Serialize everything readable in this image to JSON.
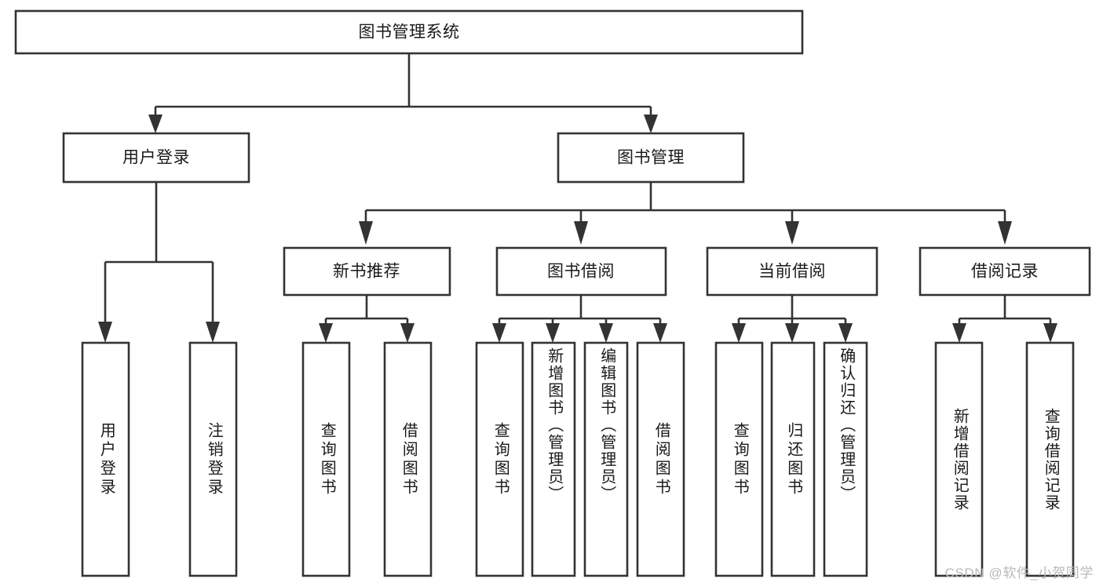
{
  "diagram": {
    "type": "tree",
    "title": "图书管理系统",
    "orientation": "top-down",
    "watermark": "CSDN @软件_小贺同学",
    "colors": {
      "box_fill": "#ffffff",
      "box_stroke": "#333333",
      "text": "#1a1a1a",
      "background": "#ffffff",
      "watermark": "#b9b9b9"
    },
    "levels": {
      "root": "图书管理系统",
      "level2": [
        "用户登录",
        "图书管理"
      ],
      "level3": [
        "新书推荐",
        "图书借阅",
        "当前借阅",
        "借阅记录"
      ]
    },
    "root": {
      "label": "图书管理系统"
    },
    "nodes_level2": [
      {
        "id": "user-login",
        "label": "用户登录"
      },
      {
        "id": "book-manage",
        "label": "图书管理"
      }
    ],
    "nodes_level3": [
      {
        "id": "new-book-recommend",
        "label": "新书推荐"
      },
      {
        "id": "book-borrow",
        "label": "图书借阅"
      },
      {
        "id": "current-borrow",
        "label": "当前借阅"
      },
      {
        "id": "borrow-record",
        "label": "借阅记录"
      }
    ],
    "leaves": {
      "user_login": [
        {
          "id": "leaf-user-login",
          "label": "用户登录"
        },
        {
          "id": "leaf-logout-login",
          "label": "注销登录"
        }
      ],
      "new_book_recommend": [
        {
          "id": "leaf-query-book-1",
          "label": "查询图书"
        },
        {
          "id": "leaf-borrow-book-1",
          "label": "借阅图书"
        }
      ],
      "book_borrow": [
        {
          "id": "leaf-query-book-2",
          "label": "查询图书"
        },
        {
          "id": "leaf-add-book",
          "label": "新增图书（管理员）"
        },
        {
          "id": "leaf-edit-book",
          "label": "编辑图书（管理员）"
        },
        {
          "id": "leaf-borrow-book-2",
          "label": "借阅图书"
        }
      ],
      "current_borrow": [
        {
          "id": "leaf-query-book-3",
          "label": "查询图书"
        },
        {
          "id": "leaf-return-book",
          "label": "归还图书"
        },
        {
          "id": "leaf-confirm-return",
          "label": "确认归还（管理员）"
        }
      ],
      "borrow_record": [
        {
          "id": "leaf-add-record",
          "label": "新增借阅记录"
        },
        {
          "id": "leaf-query-record",
          "label": "查询借阅记录"
        }
      ]
    },
    "edges": [
      {
        "from": "图书管理系统",
        "to": "用户登录"
      },
      {
        "from": "图书管理系统",
        "to": "图书管理"
      },
      {
        "from": "图书管理",
        "to": "新书推荐"
      },
      {
        "from": "图书管理",
        "to": "图书借阅"
      },
      {
        "from": "图书管理",
        "to": "当前借阅"
      },
      {
        "from": "图书管理",
        "to": "借阅记录"
      },
      {
        "from": "用户登录",
        "to": "用户登录"
      },
      {
        "from": "用户登录",
        "to": "注销登录"
      },
      {
        "from": "新书推荐",
        "to": "查询图书"
      },
      {
        "from": "新书推荐",
        "to": "借阅图书"
      },
      {
        "from": "图书借阅",
        "to": "查询图书"
      },
      {
        "from": "图书借阅",
        "to": "新增图书（管理员）"
      },
      {
        "from": "图书借阅",
        "to": "编辑图书（管理员）"
      },
      {
        "from": "图书借阅",
        "to": "借阅图书"
      },
      {
        "from": "当前借阅",
        "to": "查询图书"
      },
      {
        "from": "当前借阅",
        "to": "归还图书"
      },
      {
        "from": "当前借阅",
        "to": "确认归还（管理员）"
      },
      {
        "from": "借阅记录",
        "to": "新增借阅记录"
      },
      {
        "from": "借阅记录",
        "to": "查询借阅记录"
      }
    ]
  }
}
